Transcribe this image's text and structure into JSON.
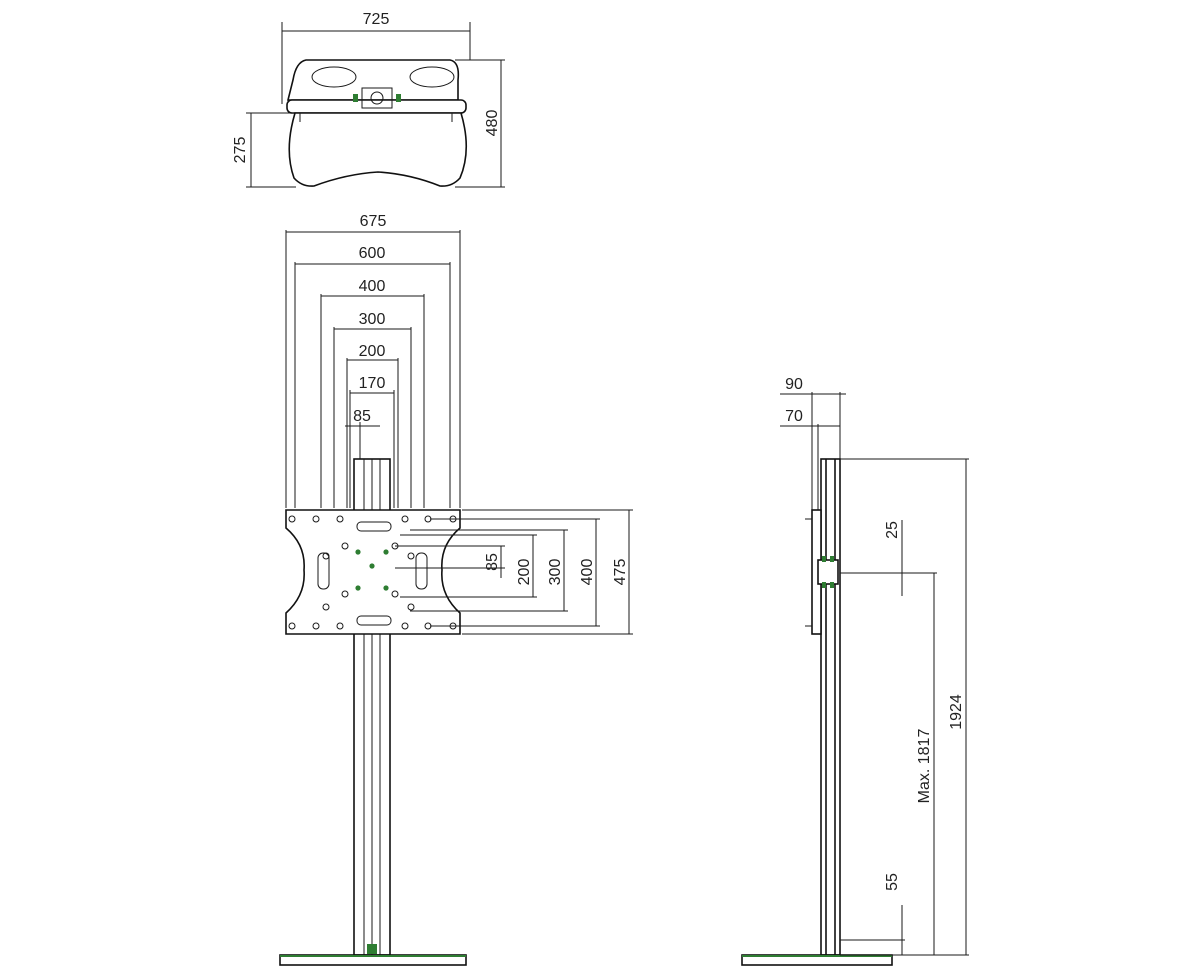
{
  "top_view": {
    "width": "725",
    "depth": "480",
    "inner_depth": "275"
  },
  "front_view": {
    "widths": [
      "675",
      "600",
      "400",
      "300",
      "200",
      "170",
      "85"
    ],
    "heights": [
      "85",
      "200",
      "300",
      "400",
      "475"
    ]
  },
  "side_view": {
    "depth_outer": "90",
    "depth_inner": "70",
    "adjust": "25",
    "max_height": "Max. 1817",
    "total_height": "1924",
    "base_offset": "55"
  },
  "colors": {
    "line": "#1a1a1a",
    "accent": "#2e7d32",
    "background": "#ffffff"
  }
}
